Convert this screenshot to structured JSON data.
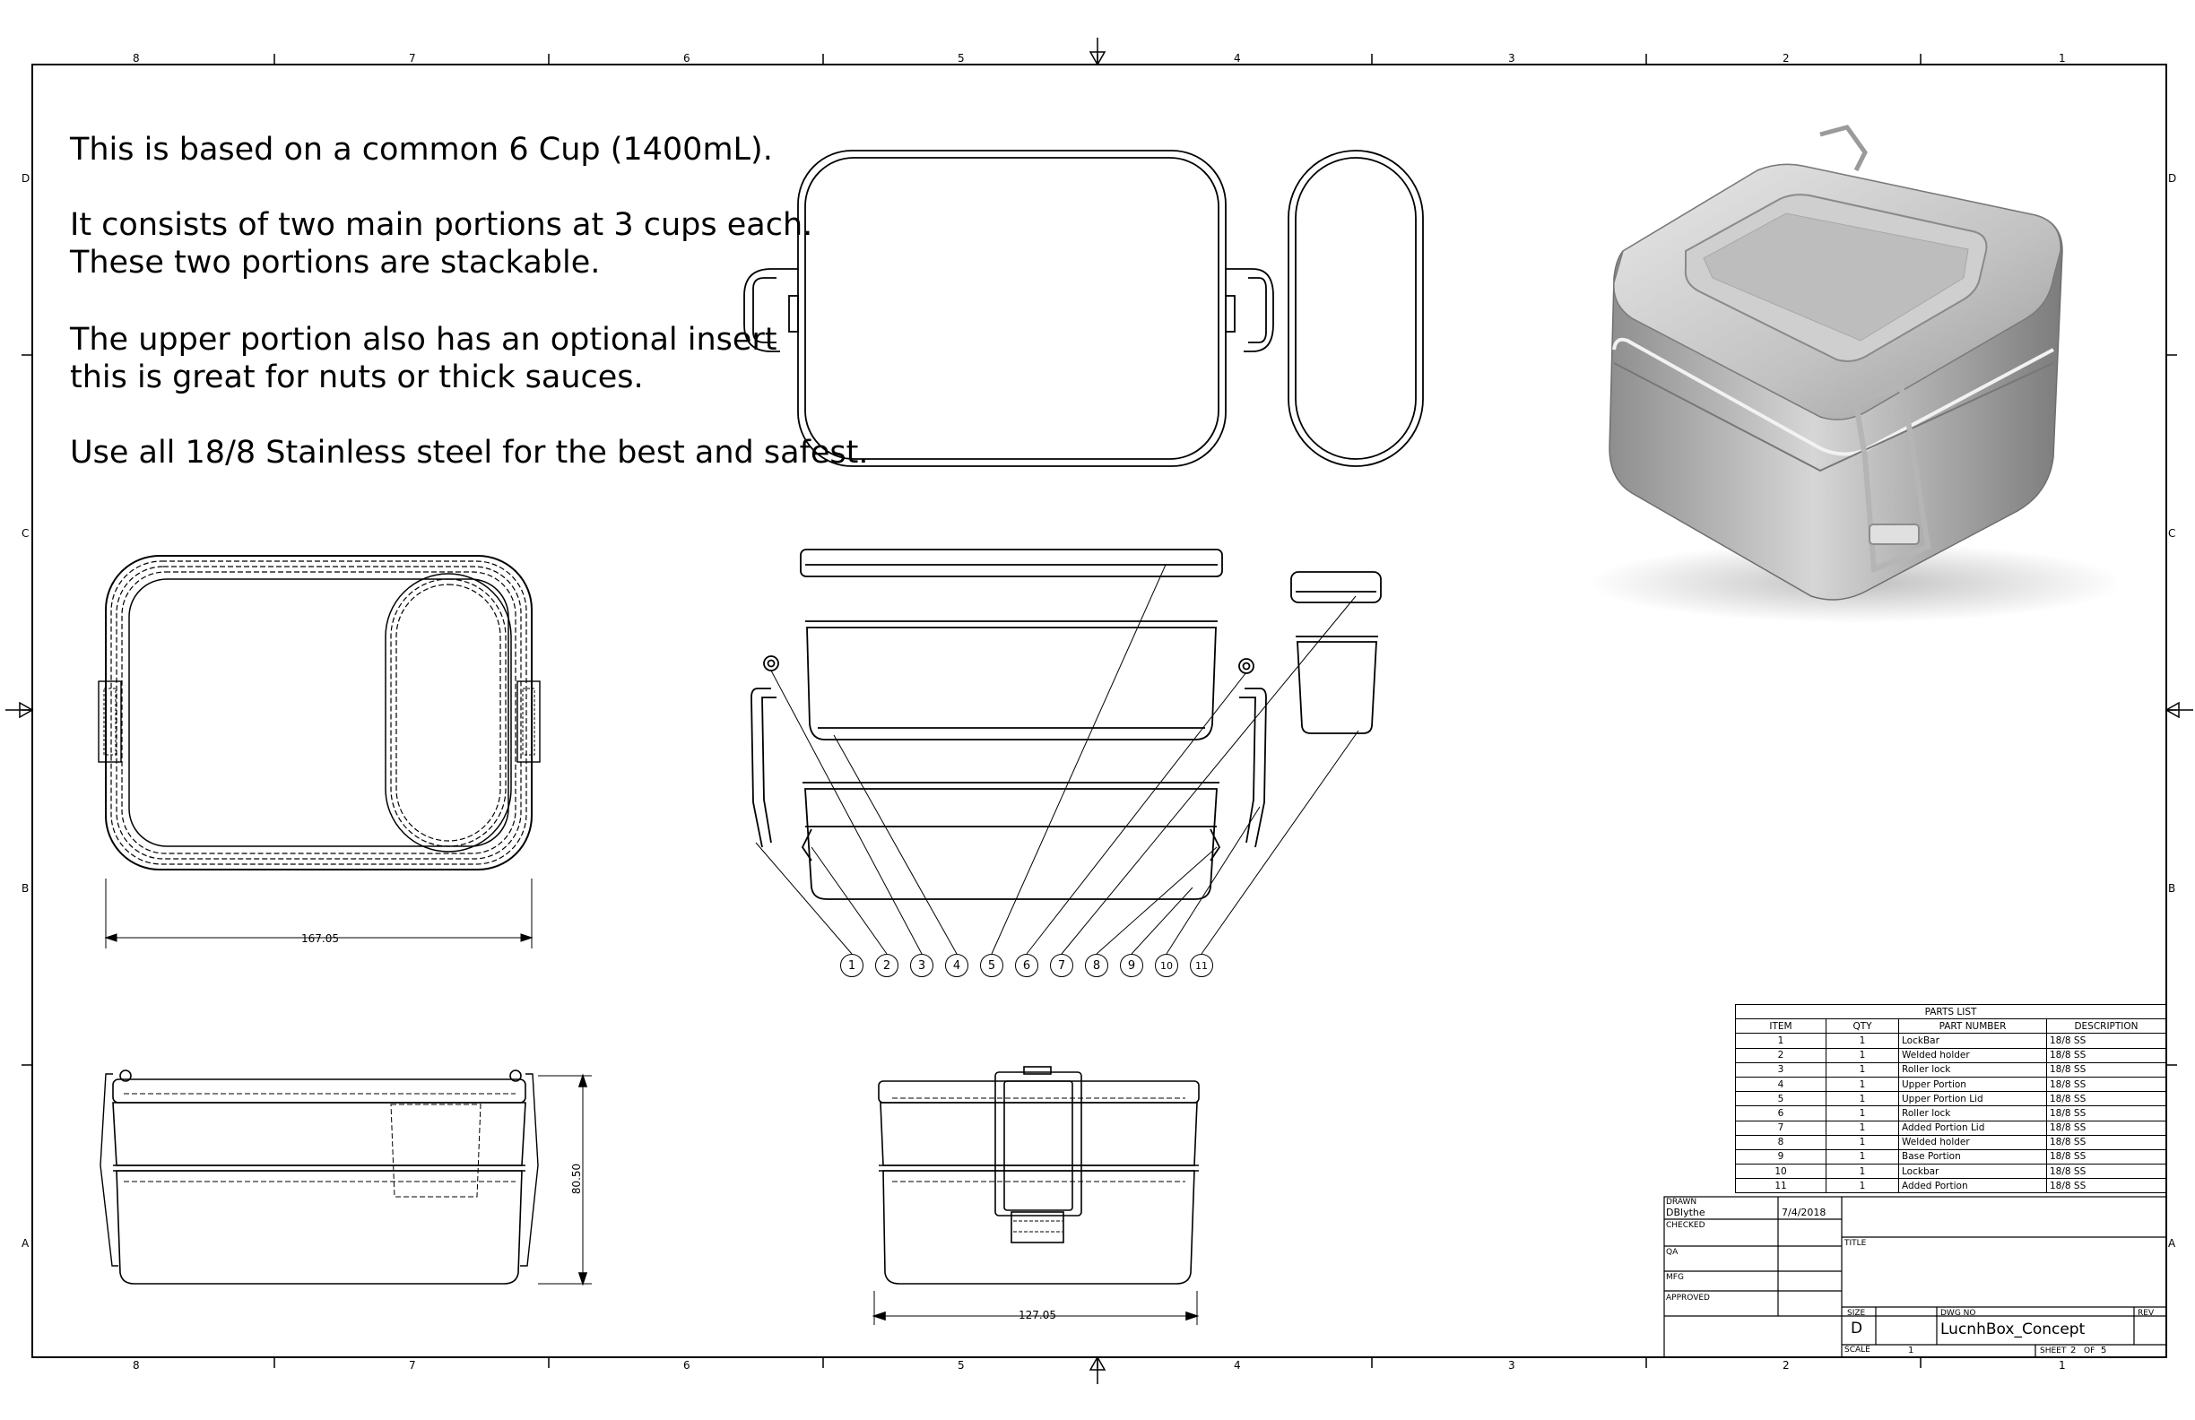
{
  "notes": [
    "This is based on a common 6 Cup (1400mL).",
    "It consists of two main portions at 3 cups each.",
    "These two portions are stackable.",
    "The upper portion also has an optional insert",
    "this is great for nuts or thick sauces.",
    "Use all 18/8 Stainless steel for the best and safest."
  ],
  "grid": {
    "columns": [
      "8",
      "7",
      "6",
      "5",
      "4",
      "3",
      "2",
      "1"
    ],
    "rows": [
      "D",
      "C",
      "B",
      "A"
    ]
  },
  "dimensions": {
    "top_width": "167.05",
    "side_height": "80.50",
    "front_width": "127.05"
  },
  "balloons": [
    "1",
    "2",
    "3",
    "4",
    "5",
    "6",
    "7",
    "8",
    "9",
    "10",
    "11"
  ],
  "parts_list": {
    "title": "PARTS LIST",
    "headers": [
      "ITEM",
      "QTY",
      "PART NUMBER",
      "DESCRIPTION"
    ],
    "rows": [
      [
        "1",
        "1",
        "LockBar",
        "18/8 SS"
      ],
      [
        "2",
        "1",
        "Welded holder",
        "18/8 SS"
      ],
      [
        "3",
        "1",
        "Roller lock",
        "18/8 SS"
      ],
      [
        "4",
        "1",
        "Upper Portion",
        "18/8 SS"
      ],
      [
        "5",
        "1",
        "Upper Portion Lid",
        "18/8 SS"
      ],
      [
        "6",
        "1",
        "Roller lock",
        "18/8 SS"
      ],
      [
        "7",
        "1",
        "Added Portion Lid",
        "18/8 SS"
      ],
      [
        "8",
        "1",
        "Welded holder",
        "18/8 SS"
      ],
      [
        "9",
        "1",
        "Base Portion",
        "18/8 SS"
      ],
      [
        "10",
        "1",
        "Lockbar",
        "18/8 SS"
      ],
      [
        "11",
        "1",
        "Added Portion",
        "18/8 SS"
      ]
    ]
  },
  "title_block": {
    "drawn_label": "DRAWN",
    "drawn_by": "DBlythe",
    "drawn_date": "7/4/2018",
    "checked_label": "CHECKED",
    "qa_label": "QA",
    "mfg_label": "MFG",
    "approved_label": "APPROVED",
    "title_label": "TITLE",
    "size_label": "SIZE",
    "size": "D",
    "dwg_no_label": "DWG NO",
    "dwg_no": "LucnhBox_Concept",
    "rev_label": "REV",
    "scale_label": "SCALE",
    "scale": "1",
    "sheet_label": "SHEET",
    "sheet": "2",
    "of_label": "OF",
    "sheet_total": "5"
  }
}
